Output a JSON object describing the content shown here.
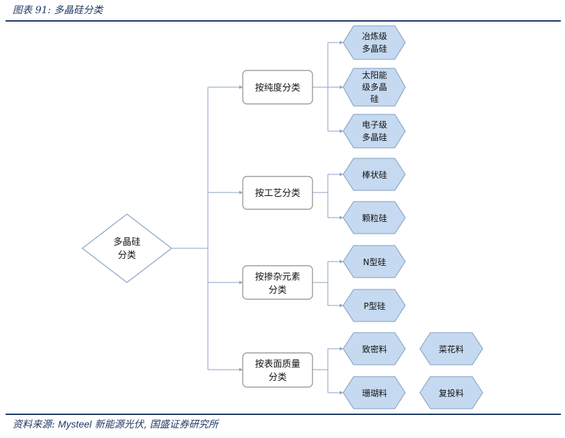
{
  "header": {
    "title": "图表 91:  多晶硅分类"
  },
  "root": {
    "lines": [
      "多晶硅",
      "分类"
    ]
  },
  "categories": [
    {
      "label": [
        "按纯度分类"
      ],
      "children": [
        {
          "label": [
            "冶炼级",
            "多晶硅"
          ]
        },
        {
          "label": [
            "太阳能",
            "级多晶",
            "硅"
          ]
        },
        {
          "label": [
            "电子级",
            "多晶硅"
          ]
        }
      ]
    },
    {
      "label": [
        "按工艺分类"
      ],
      "children": [
        {
          "label": [
            "棒状硅"
          ]
        },
        {
          "label": [
            "颗粒硅"
          ]
        }
      ]
    },
    {
      "label": [
        "按掺杂元素",
        "分类"
      ],
      "children": [
        {
          "label": [
            "N型硅"
          ]
        },
        {
          "label": [
            "P型硅"
          ]
        }
      ]
    },
    {
      "label": [
        "按表面质量",
        "分类"
      ],
      "children": [
        {
          "label": [
            "致密料"
          ]
        },
        {
          "label": [
            "珊瑚料"
          ]
        }
      ],
      "extra": [
        {
          "label": [
            "菜花料"
          ]
        },
        {
          "label": [
            "复投料"
          ]
        }
      ]
    }
  ],
  "footer": {
    "source_prefix": "资料来源:",
    "source_brand": "Mysteel",
    "source_rest": " 新能源光伏, 国盛证券研究所"
  },
  "colors": {
    "hex_fill": "#c5d9f0",
    "hex_stroke": "#7f9cbf",
    "line": "#8aa2c4",
    "accent": "#1f3864"
  }
}
